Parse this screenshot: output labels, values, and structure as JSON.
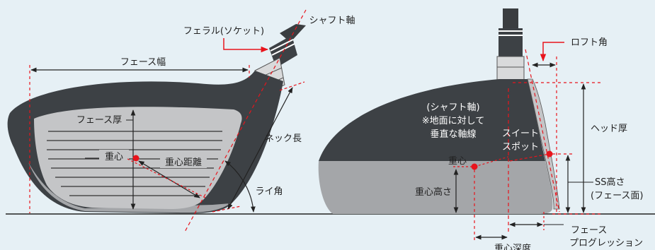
{
  "labels": {
    "shaft_axis": "シャフト軸",
    "ferrule": "フェラル(ソケット)",
    "face_width": "フェース幅",
    "face_thickness": "フェース厚",
    "cog": "重心",
    "cog_distance": "重心距離",
    "neck_length": "ネック長",
    "lie_angle": "ライ角",
    "loft_angle": "ロフト角",
    "shaft_axis_note_1": "(シャフト軸)",
    "shaft_axis_note_2": "※地面に対して",
    "shaft_axis_note_3": "垂直な軸線",
    "sweet_spot_1": "スイート",
    "sweet_spot_2": "スポット",
    "head_thickness": "ヘッド厚",
    "cog_side": "重心",
    "cog_height": "重心高さ",
    "ss_height_1": "SS高さ",
    "ss_height_2": "(フェース面)",
    "face_progression_1": "フェース",
    "face_progression_2": "プログレッション",
    "cog_depth": "重心深度"
  },
  "colors": {
    "background": "#e6f0f5",
    "crown": "#3d4145",
    "face": "#c4c5c7",
    "sole": "#a4a6a9",
    "accent_red": "#e8141c",
    "line": "#222222"
  }
}
